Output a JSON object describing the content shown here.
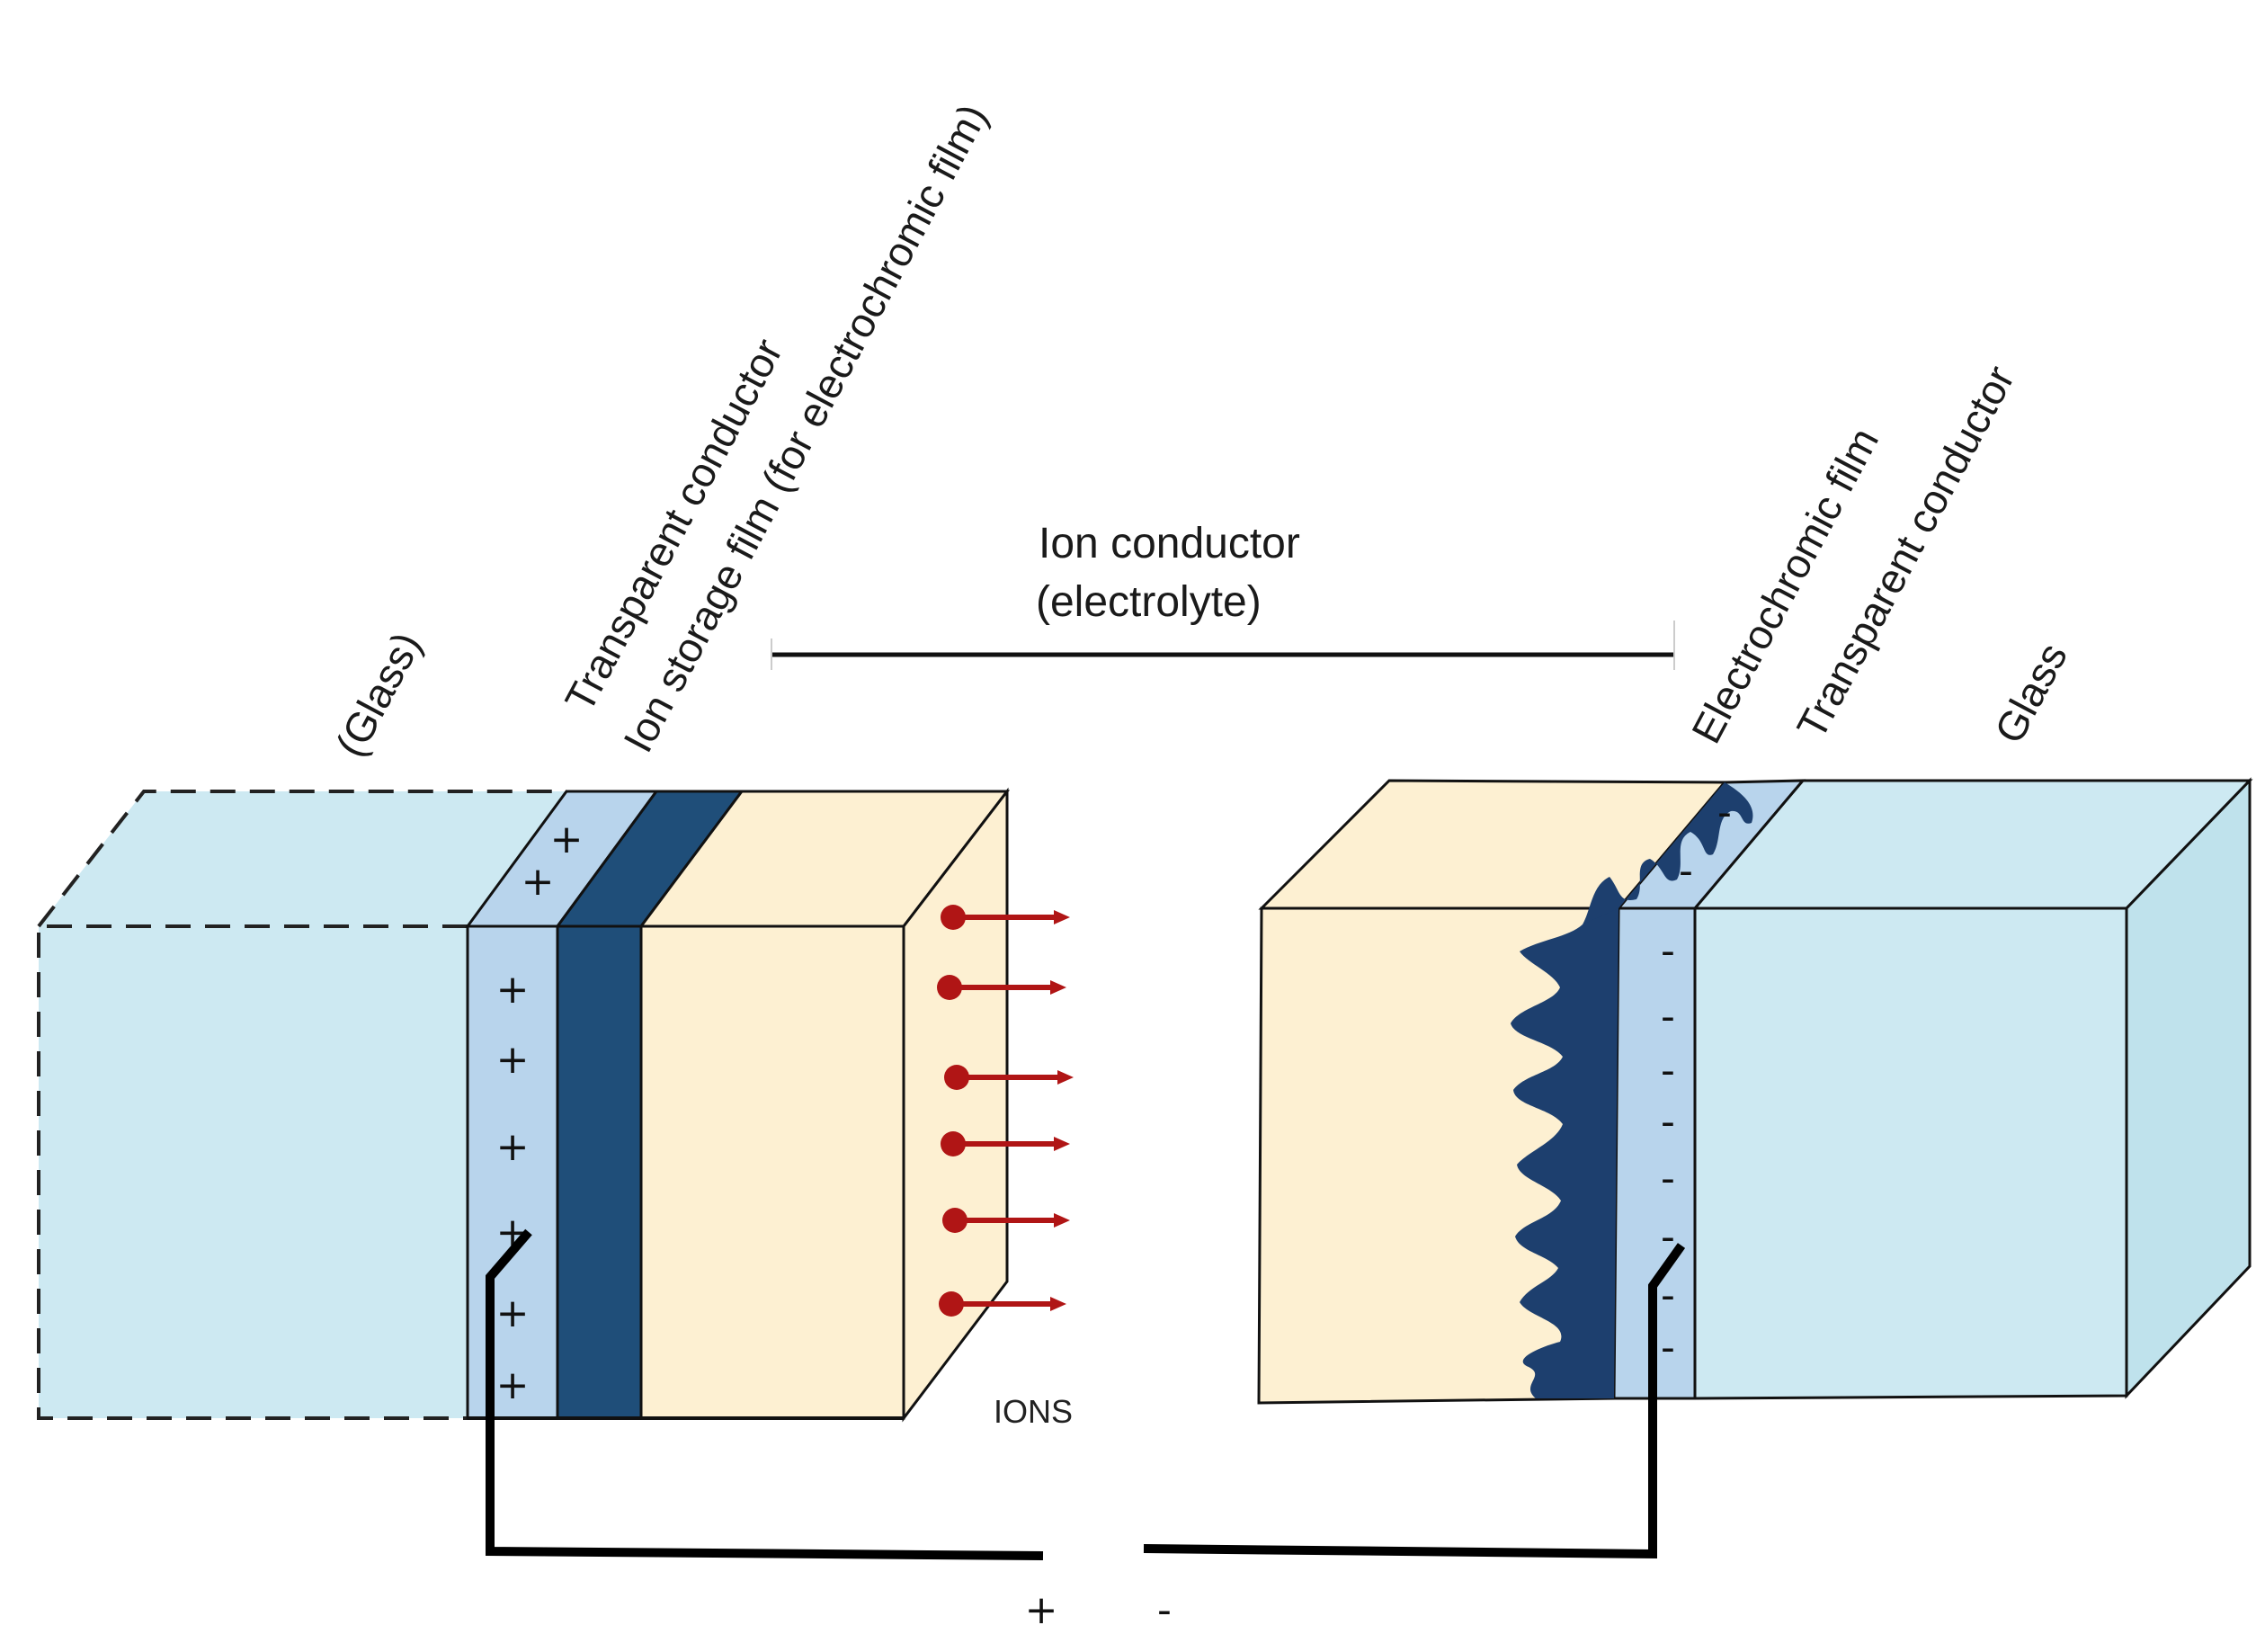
{
  "labels": {
    "glass_left": "(Glass)",
    "transparent_conductor_left": "Transparent conductor",
    "ion_storage_film": "Ion storage film (for electrochromic film)",
    "ion_conductor_line1": "Ion conductor",
    "ion_conductor_line2": "(electrolyte)",
    "electrochromic_film": "Electrochromic film",
    "transparent_conductor_right": "Transparent conductor",
    "glass_right": "Glass",
    "ions": "IONS",
    "terminal_positive": "+",
    "terminal_negative": "-"
  },
  "charges": {
    "left_symbol": "+",
    "right_symbol": "-"
  },
  "colors": {
    "glass": "#cde9f2",
    "glass_side": "#bfe2ec",
    "conductor": "#b8d4ec",
    "ion_storage": "#1f4e79",
    "electrolyte": "#fdf0d2",
    "electrochromic": "#1d3f6e",
    "ion_arrow": "#b01515",
    "wire": "#000000"
  },
  "icons": {
    "ion_arrow": "red-dot-arrow-icon"
  }
}
